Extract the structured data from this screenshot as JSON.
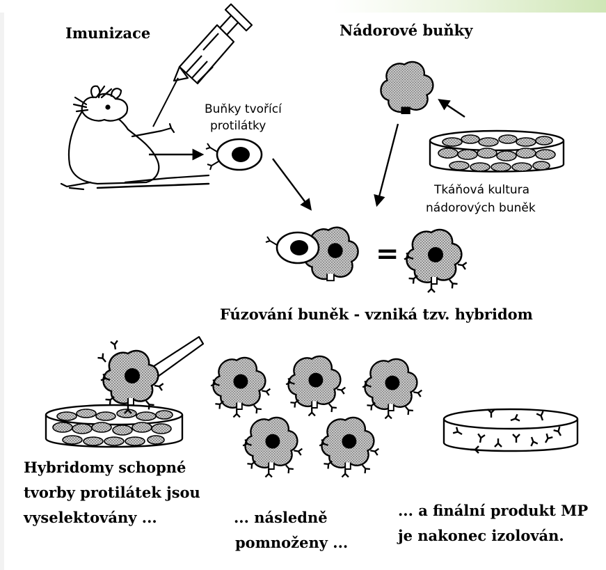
{
  "labels": {
    "imunizace": "Imunizace",
    "nadorove_bunky": "Nádorové buňky",
    "bunky_tvorici_1": "Buňky tvořící",
    "bunky_tvorici_2": "protilátky",
    "tkanova_kultura_1": "Tkáňová kultura",
    "tkanova_kultura_2": "nádorových buněk",
    "equals_sign": "=",
    "fuzovani": "Fúzování buněk - vzniká tzv. hybridom",
    "hybridomy_1": "Hybridomy schopné",
    "hybridomy_2": "tvorby protilátek jsou",
    "hybridomy_3": "vyselektovány ...",
    "nasledne_1": "... následně",
    "nasledne_2": "pomnoženy ...",
    "finalni_1": "... a finální produkt MP",
    "finalni_2": "je nakonec izolován."
  },
  "colors": {
    "ink": "#000000",
    "cell_fill": "#b5b5b5",
    "background": "#ffffff",
    "top_tint": "#cfe6b6"
  },
  "icons": {
    "mouse": "mouse-icon",
    "syringe": "syringe-icon",
    "antibody_cell": "antibody-producing-cell-icon",
    "tumor_cell": "tumor-cell-icon",
    "culture_dish": "culture-dish-icon",
    "hybridoma": "hybridoma-cell-icon",
    "pipette": "pipette-icon",
    "antibody_dish": "antibody-dish-icon"
  }
}
